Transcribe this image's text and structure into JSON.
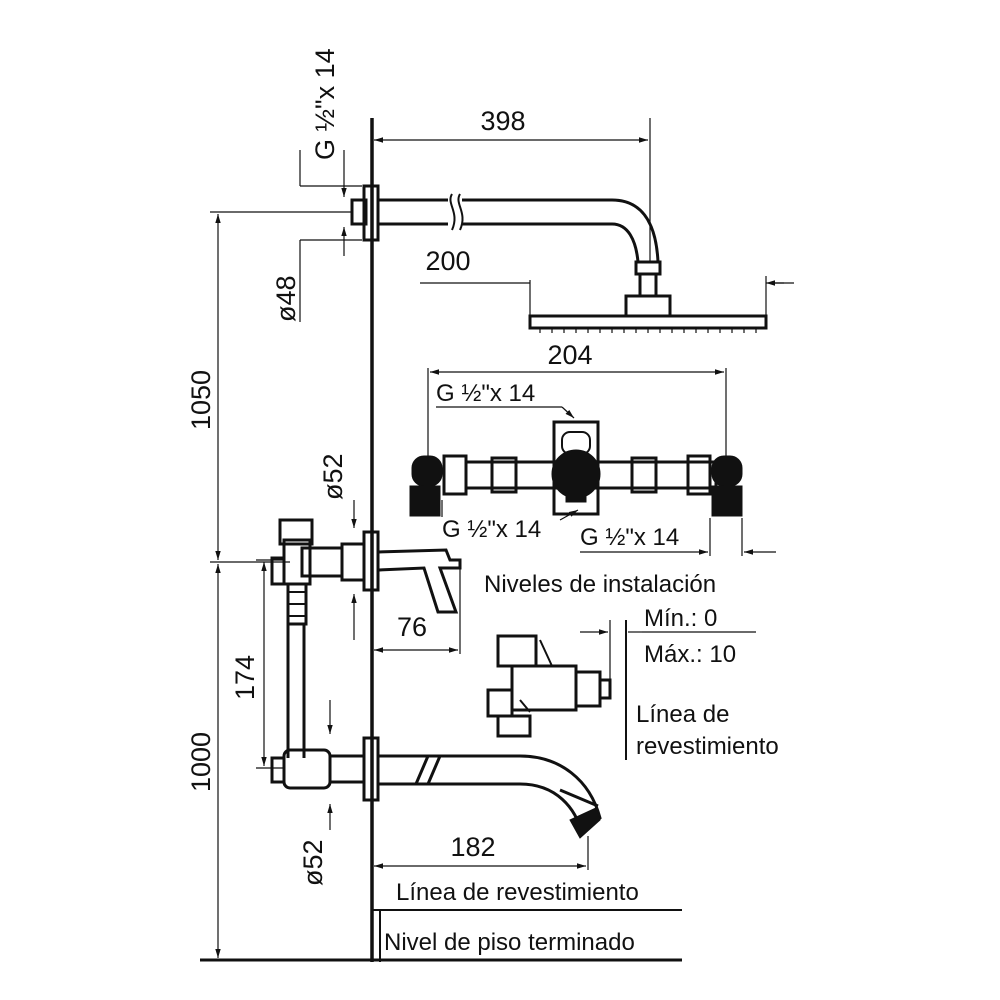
{
  "colors": {
    "ink": "#111111",
    "background": "#ffffff"
  },
  "dimensions": {
    "shower_arm_length": "398",
    "shower_arm_section": "200",
    "shower_head_width": "204",
    "wall_flange_top": "ø48",
    "wall_flange_mixer": "ø52",
    "wall_flange_spout": "ø52",
    "mixer_handle_projection": "76",
    "spout_projection": "182",
    "height_shower": "1050",
    "height_mixer": "1000",
    "mixer_spacing": "174"
  },
  "threads": {
    "top_connection": "G ½\"x 14",
    "valve_inlet": "G ½\"x 14",
    "valve_outlet_left": "G ½\"x 14",
    "valve_outlet_right": "G ½\"x 14"
  },
  "installation": {
    "title": "Niveles de instalación",
    "min": "Mín.: 0",
    "max": "Máx.: 10",
    "facing_line_1": "Línea de",
    "facing_line_2": "revestimiento"
  },
  "reference_lines": {
    "facing_line": "Línea de revestimiento",
    "floor_level": "Nivel de piso terminado"
  }
}
